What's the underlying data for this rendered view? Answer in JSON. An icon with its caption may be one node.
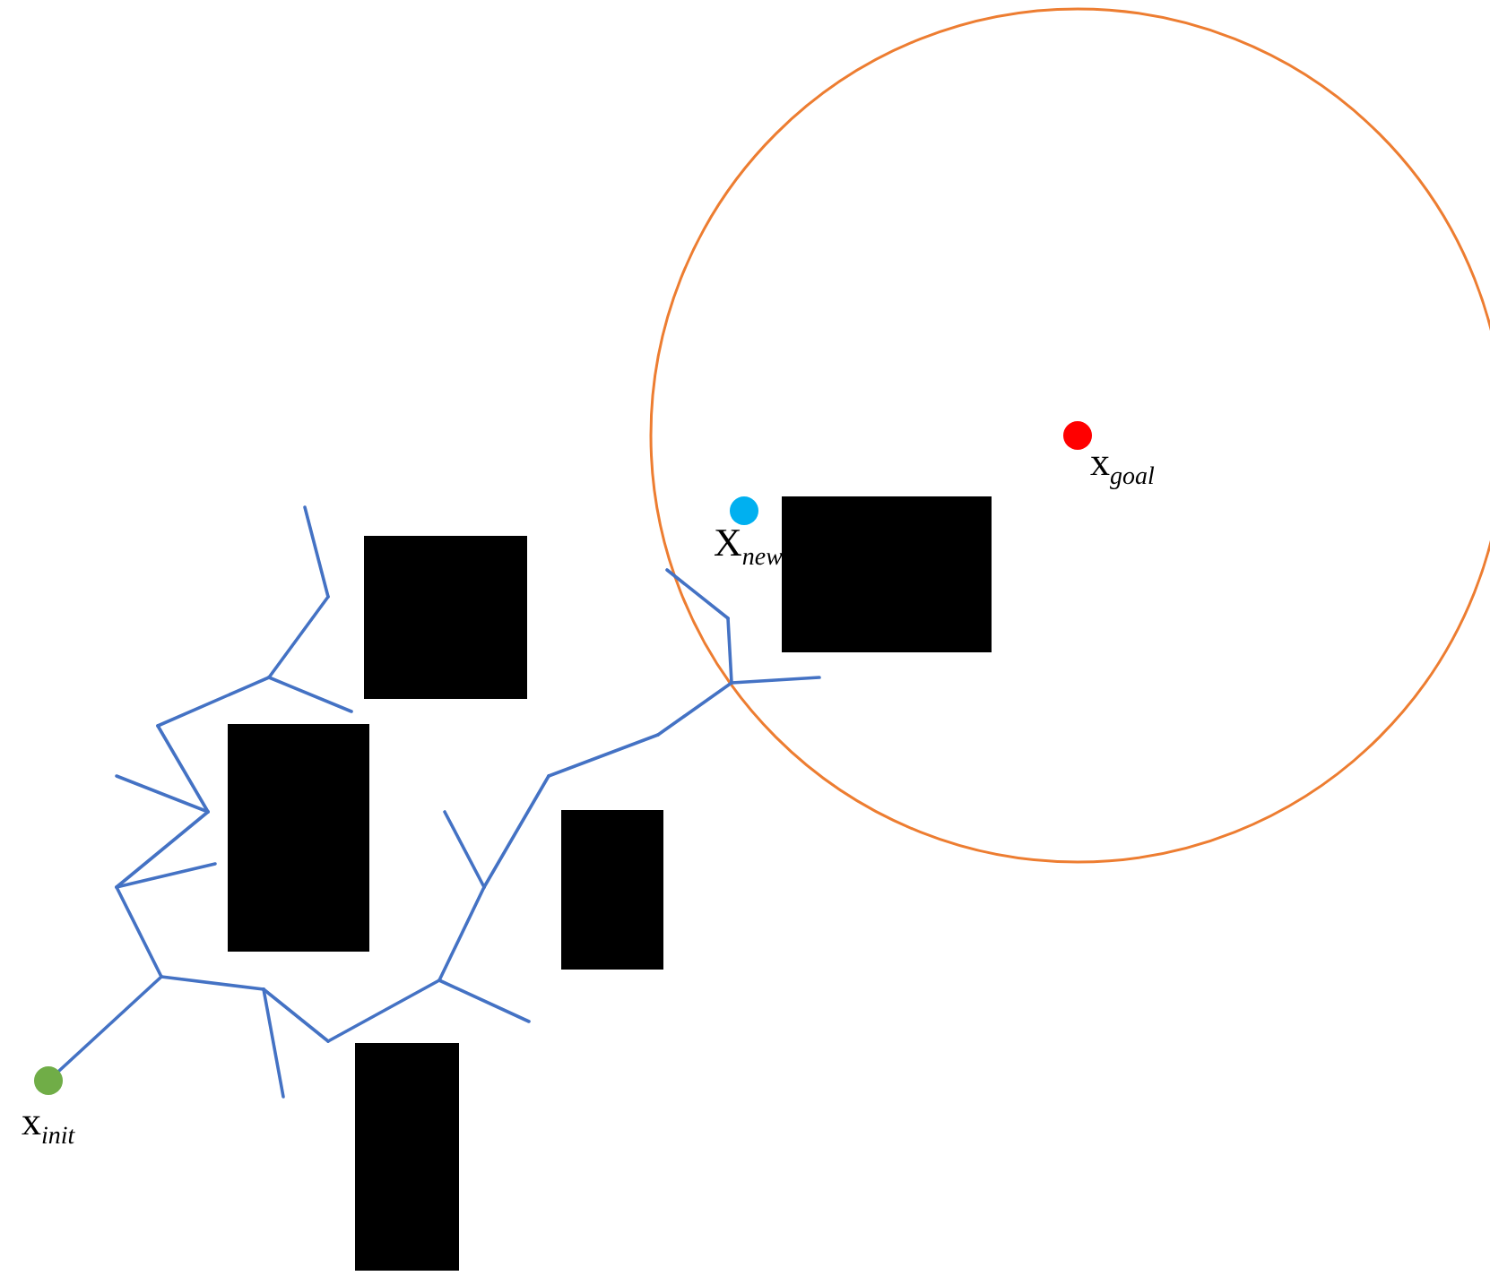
{
  "diagram": {
    "nodes": [
      {
        "text": [],
        "shape": "circle",
        "beside": [
          "x$_{init}$"
        ]
      },
      {
        "text": [],
        "shape": "circle",
        "beside": [
          "X$_{new}$"
        ]
      },
      {
        "text": [],
        "shape": "circle",
        "beside": [
          "x$_{goal}$"
        ]
      }
    ]
  }
}
